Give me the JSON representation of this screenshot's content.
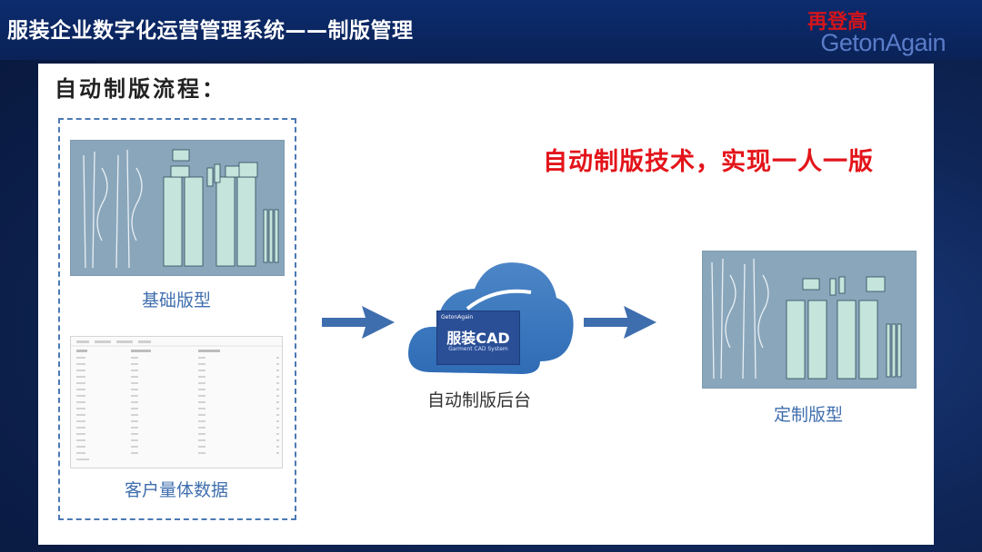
{
  "header": {
    "title": "服装企业数字化运营管理系统——制版管理",
    "logo_cn": "再登高",
    "logo_en": "GetonAgain"
  },
  "slide": {
    "title": "自动制版流程：",
    "highlight": "自动制版技术，实现一人一版",
    "basic_pattern_caption": "基础版型",
    "customer_data_caption": "客户量体数据",
    "backend_caption": "自动制版后台",
    "custom_pattern_caption": "定制版型",
    "cad": {
      "brand": "GetonAgain",
      "name": "服装CAD",
      "subtitle": "Garment CAD System"
    }
  },
  "colors": {
    "header_bg": "#0c2c6e",
    "accent_blue": "#3f6eae",
    "highlight_red": "#e3141a",
    "pattern_bg": "#8aa6bb"
  }
}
